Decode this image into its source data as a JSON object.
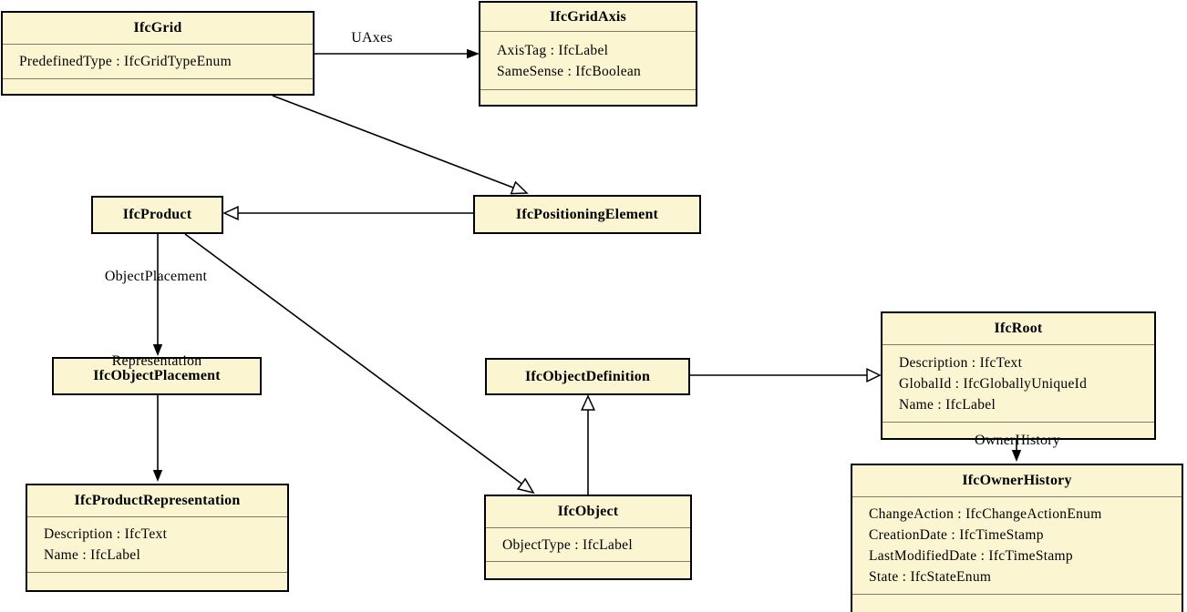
{
  "diagram": {
    "kind": "uml-class-diagram",
    "colors": {
      "node_fill": "#FBF5D2",
      "node_border": "#000000",
      "separator": "#7D7D68",
      "edge": "#000000",
      "background": "#FFFFFF"
    }
  },
  "classes": [
    {
      "name": "IfcGrid",
      "attributes": [
        "PredefinedType : IfcGridTypeEnum"
      ]
    },
    {
      "name": "IfcGridAxis",
      "attributes": [
        "AxisTag : IfcLabel",
        "SameSense : IfcBoolean"
      ]
    },
    {
      "name": "IfcProduct",
      "attributes": []
    },
    {
      "name": "IfcPositioningElement",
      "attributes": []
    },
    {
      "name": "IfcObjectPlacement",
      "attributes": []
    },
    {
      "name": "IfcProductRepresentation",
      "attributes": [
        "Description : IfcText",
        "Name : IfcLabel"
      ]
    },
    {
      "name": "IfcObjectDefinition",
      "attributes": []
    },
    {
      "name": "IfcObject",
      "attributes": [
        "ObjectType : IfcLabel"
      ]
    },
    {
      "name": "IfcRoot",
      "attributes": [
        "Description : IfcText",
        "GlobalId : IfcGloballyUniqueId",
        "Name : IfcLabel"
      ]
    },
    {
      "name": "IfcOwnerHistory",
      "attributes": [
        "ChangeAction : IfcChangeActionEnum",
        "CreationDate : IfcTimeStamp",
        "LastModifiedDate : IfcTimeStamp",
        "State : IfcStateEnum"
      ]
    }
  ],
  "edges": [
    {
      "label": "UAxes",
      "from": "IfcGrid",
      "to": "IfcGridAxis",
      "type": "association"
    },
    {
      "label": "",
      "from": "IfcGrid",
      "to": "IfcPositioningElement",
      "type": "generalization"
    },
    {
      "label": "",
      "from": "IfcPositioningElement",
      "to": "IfcProduct",
      "type": "generalization"
    },
    {
      "label": "ObjectPlacement",
      "from": "IfcProduct",
      "to": "IfcObjectPlacement",
      "type": "association"
    },
    {
      "label": "Representation",
      "from": "IfcProduct",
      "to": "IfcProductRepresentation",
      "type": "association"
    },
    {
      "label": "",
      "from": "IfcProduct",
      "to": "IfcObject",
      "type": "generalization"
    },
    {
      "label": "",
      "from": "IfcObject",
      "to": "IfcObjectDefinition",
      "type": "generalization"
    },
    {
      "label": "",
      "from": "IfcObjectDefinition",
      "to": "IfcRoot",
      "type": "generalization"
    },
    {
      "label": "OwnerHistory",
      "from": "IfcRoot",
      "to": "IfcOwnerHistory",
      "type": "association"
    }
  ]
}
